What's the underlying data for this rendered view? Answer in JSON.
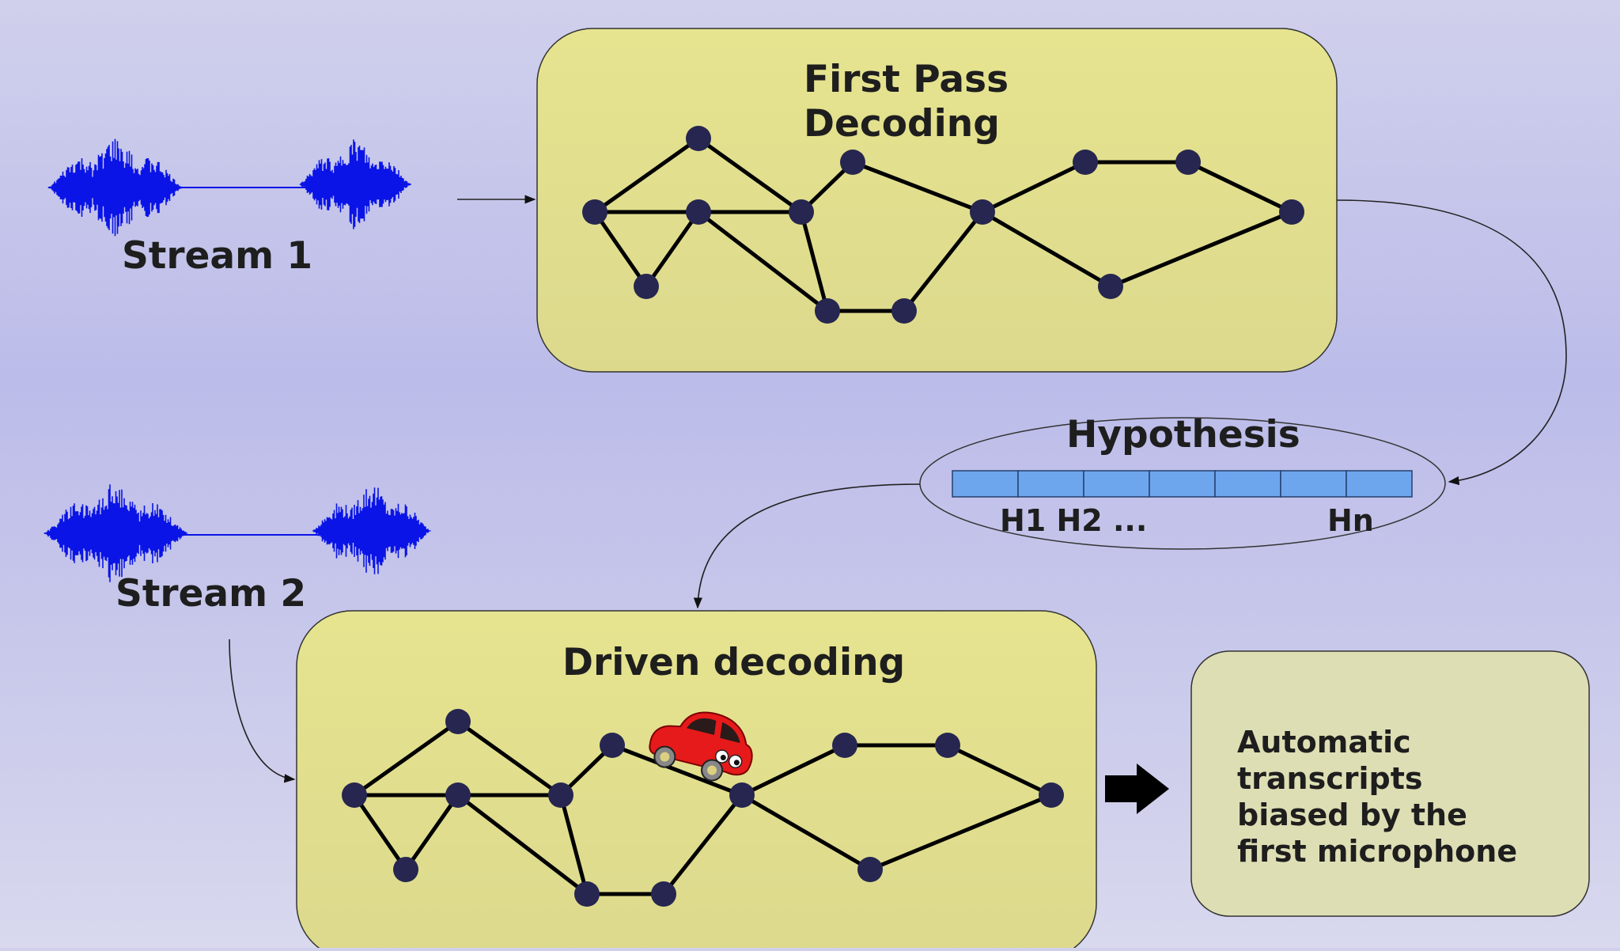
{
  "stream1": {
    "label": "Stream 1"
  },
  "stream2": {
    "label": "Stream 2"
  },
  "first_pass": {
    "title_line1": "First Pass",
    "title_line2": "Decoding"
  },
  "driven": {
    "title": "Driven decoding"
  },
  "hypothesis": {
    "title": "Hypothesis",
    "index_start": "H1 H2 ...",
    "index_end": "Hn",
    "cell_count": 7
  },
  "result": {
    "lines": [
      "Automatic",
      "transcripts",
      "biased by the",
      "first microphone"
    ]
  },
  "colors": {
    "box_fill": "#e3e090",
    "result_fill": "#dedeb5",
    "node_fill": "#262650",
    "waveform": "#0a14e6",
    "hyp_cell": "#6ea6ee",
    "car": "#e61a1a"
  },
  "icons": {
    "waveform": "waveform-icon",
    "car": "car-icon",
    "arrow": "arrow-right-icon"
  }
}
